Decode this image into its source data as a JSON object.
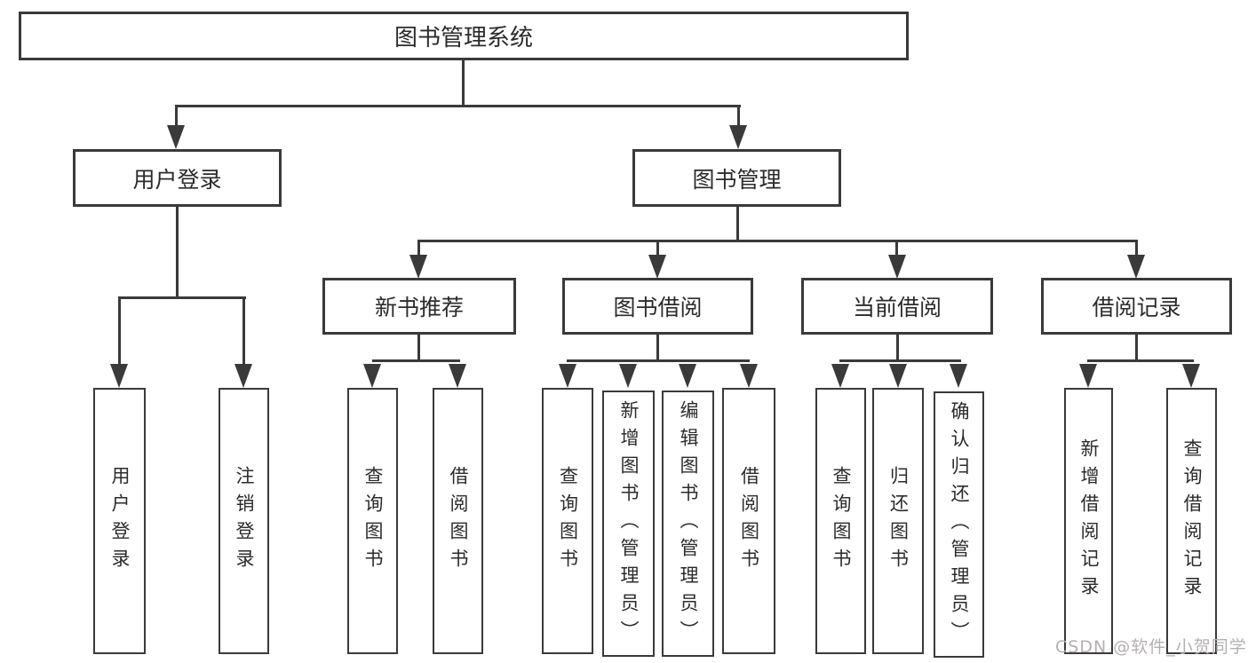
{
  "diagram": {
    "root": {
      "label": "图书管理系统"
    },
    "level2": [
      {
        "label": "用户登录"
      },
      {
        "label": "图书管理"
      }
    ],
    "level3": [
      {
        "label": "新书推荐"
      },
      {
        "label": "图书借阅"
      },
      {
        "label": "当前借阅"
      },
      {
        "label": "借阅记录"
      }
    ],
    "leaves": [
      {
        "label": "用户登录"
      },
      {
        "label": "注销登录"
      },
      {
        "label": "查询图书"
      },
      {
        "label": "借阅图书"
      },
      {
        "label": "查询图书"
      },
      {
        "label": "新增图书（管理员）"
      },
      {
        "label": "编辑图书（管理员）"
      },
      {
        "label": "借阅图书"
      },
      {
        "label": "查询图书"
      },
      {
        "label": "归还图书"
      },
      {
        "label": "确认归还（管理员）"
      },
      {
        "label": "新增借阅记录"
      },
      {
        "label": "查询借阅记录"
      }
    ],
    "colors": {
      "line": "#3a3a3a",
      "text": "#2b2b2b",
      "background": "#ffffff",
      "watermark": "#b5b0b0"
    },
    "watermark": "CSDN @软件_小贺同学"
  }
}
